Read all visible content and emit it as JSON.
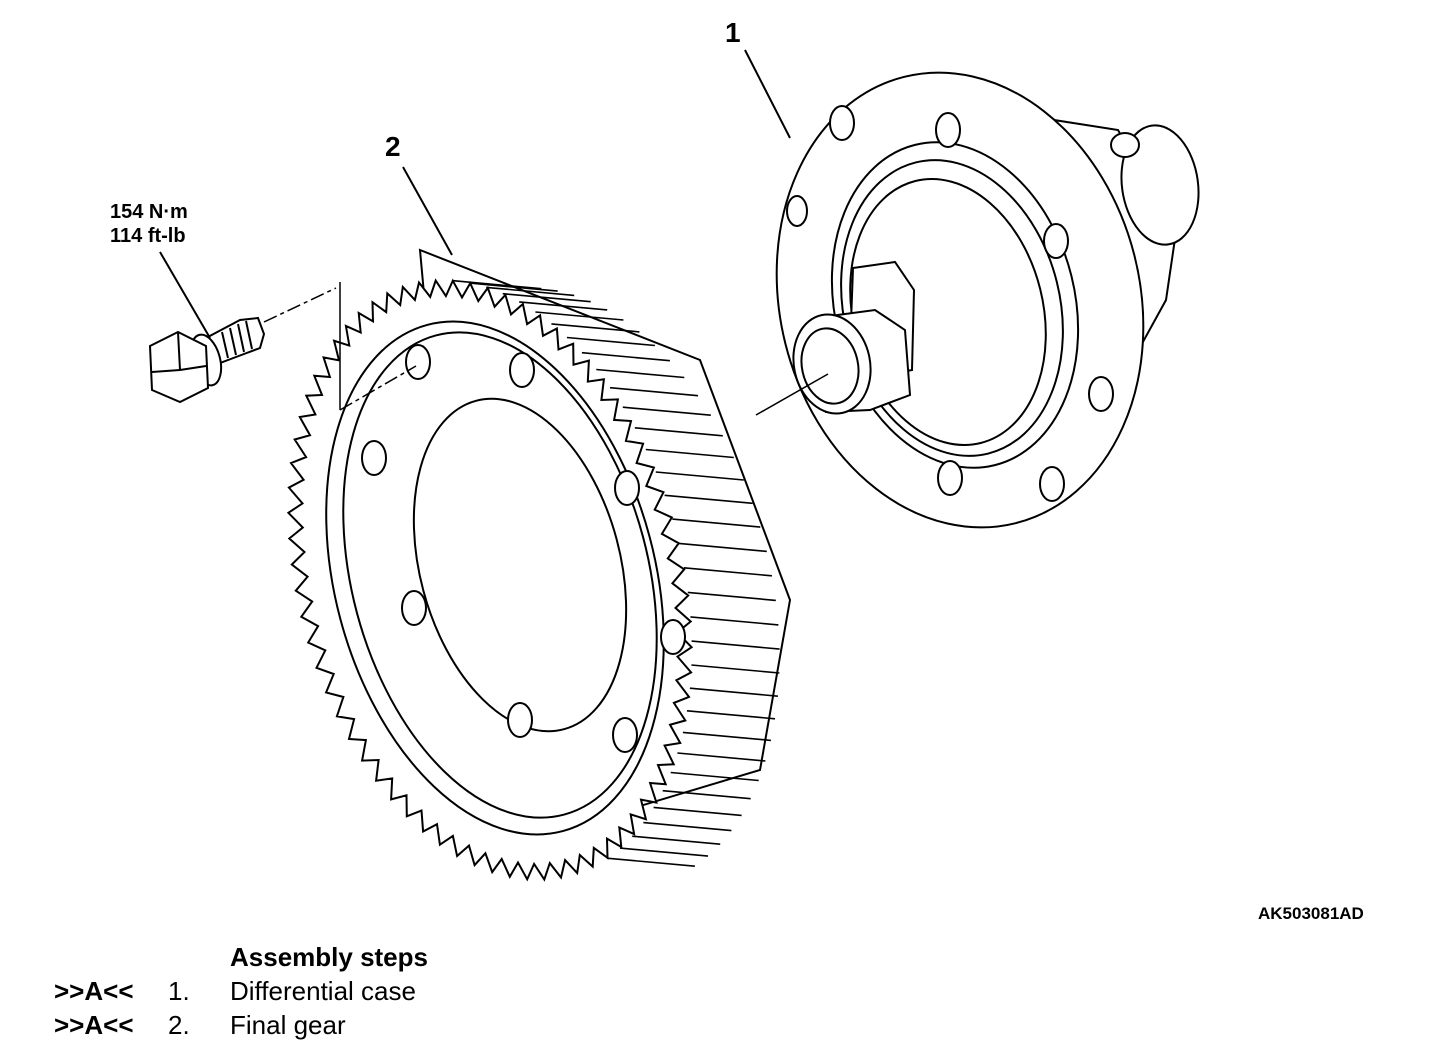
{
  "callouts": {
    "part1": "1",
    "part2": "2"
  },
  "torque": {
    "metric": "154 N·m",
    "imperial": "114 ft-lb"
  },
  "figure_code": "AK503081AD",
  "assembly": {
    "title": "Assembly steps",
    "steps": [
      {
        "mark": ">>A<<",
        "number": "1.",
        "name": "Differential case"
      },
      {
        "mark": ">>A<<",
        "number": "2.",
        "name": "Final gear"
      }
    ]
  }
}
